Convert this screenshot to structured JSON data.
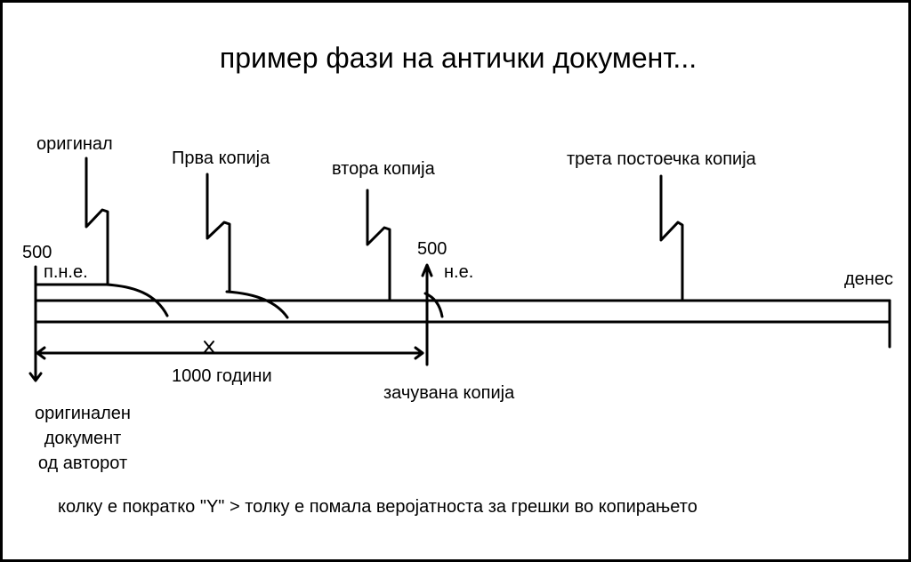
{
  "title": "пример фази на антички документ...",
  "copies": [
    {
      "id": "original",
      "label": "оригинал"
    },
    {
      "id": "first",
      "label": "Прва копија"
    },
    {
      "id": "second",
      "label": "втора копија"
    },
    {
      "id": "third",
      "label": "трета постоечка копија"
    }
  ],
  "timeline": {
    "start_year": "500",
    "start_era": "п.н.е.",
    "mid_year": "500",
    "mid_era": "н.е.",
    "end_label": "денес",
    "span_marker": "x",
    "span_label": "1000 години",
    "preserved_copy": "зачувана копија",
    "author_doc": "оригинален\nдокумент\nод авторот"
  },
  "footer": "колку е пократко \"Y\" > толку е помала веројатноста за грешки во копирањето"
}
